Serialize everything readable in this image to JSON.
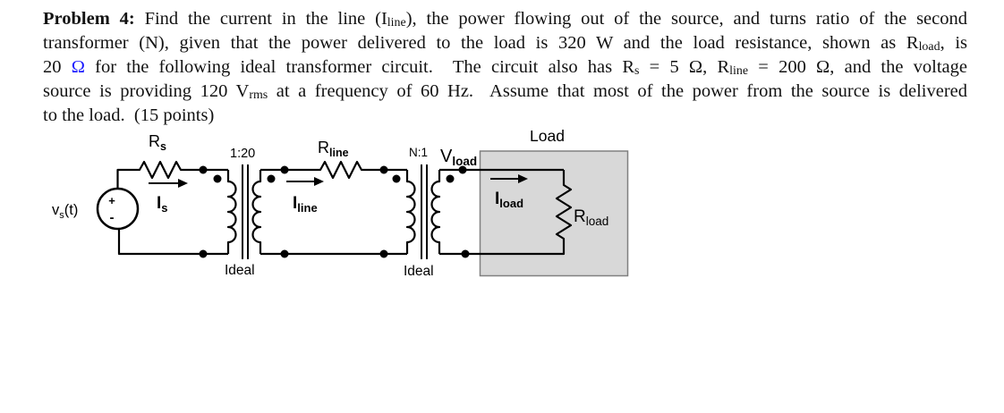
{
  "paragraph": {
    "lines": [
      {
        "justify": true,
        "segments": [
          {
            "t": "Problem 4:",
            "b": true
          },
          {
            "t": " Find the current in the line (I"
          },
          {
            "t": "line",
            "sub": true
          },
          {
            "t": "), the power flowing out of the source, and turns ratio of the second"
          }
        ]
      },
      {
        "justify": true,
        "segments": [
          {
            "t": "transformer (N), given that the power delivered to the load is 320 W and the load resistance, shown as R"
          },
          {
            "t": "load",
            "sub": true
          },
          {
            "t": ", is"
          }
        ]
      },
      {
        "justify": true,
        "segments": [
          {
            "t": "20 "
          },
          {
            "t": "Ω",
            "c": "#1a1aff"
          },
          {
            "t": " for the following ideal transformer circuit.  The circuit also has R"
          },
          {
            "t": "s",
            "sub": true
          },
          {
            "t": " = 5 Ω, R"
          },
          {
            "t": "line",
            "sub": true
          },
          {
            "t": " = 200 Ω, and the voltage"
          }
        ]
      },
      {
        "justify": true,
        "segments": [
          {
            "t": "source is providing 120 V"
          },
          {
            "t": "rms",
            "sub": true
          },
          {
            "t": " at a frequency of 60 Hz.  Assume that most of the power from the source is delivered"
          }
        ]
      },
      {
        "justify": false,
        "segments": [
          {
            "t": "to the load.  (15 points)"
          }
        ]
      }
    ]
  },
  "circuit": {
    "source_label": {
      "main": "v",
      "sub": "s",
      "suffix": "(t)"
    },
    "source_plus": "+",
    "source_minus": "-",
    "rs": {
      "main": "R",
      "sub": "s"
    },
    "is": {
      "main": "I",
      "sub": "s"
    },
    "t1_ratio": "1:20",
    "t1_name": "Ideal",
    "rline": {
      "main": "R",
      "sub": "line"
    },
    "iline": {
      "main": "I",
      "sub": "line"
    },
    "t2_ratio": "N:1",
    "t2_name": "Ideal",
    "vload": {
      "main": "V",
      "sub": "load"
    },
    "iload": {
      "main": "I",
      "sub": "load"
    },
    "rload": {
      "main": "R",
      "sub": "load"
    },
    "load_title": "Load"
  },
  "colors": {
    "text": "#121212",
    "wire": "#000000",
    "load_box_fill": "#d8d8d8",
    "load_box_border": "#808080",
    "omega_highlight": "#1a1aff"
  }
}
